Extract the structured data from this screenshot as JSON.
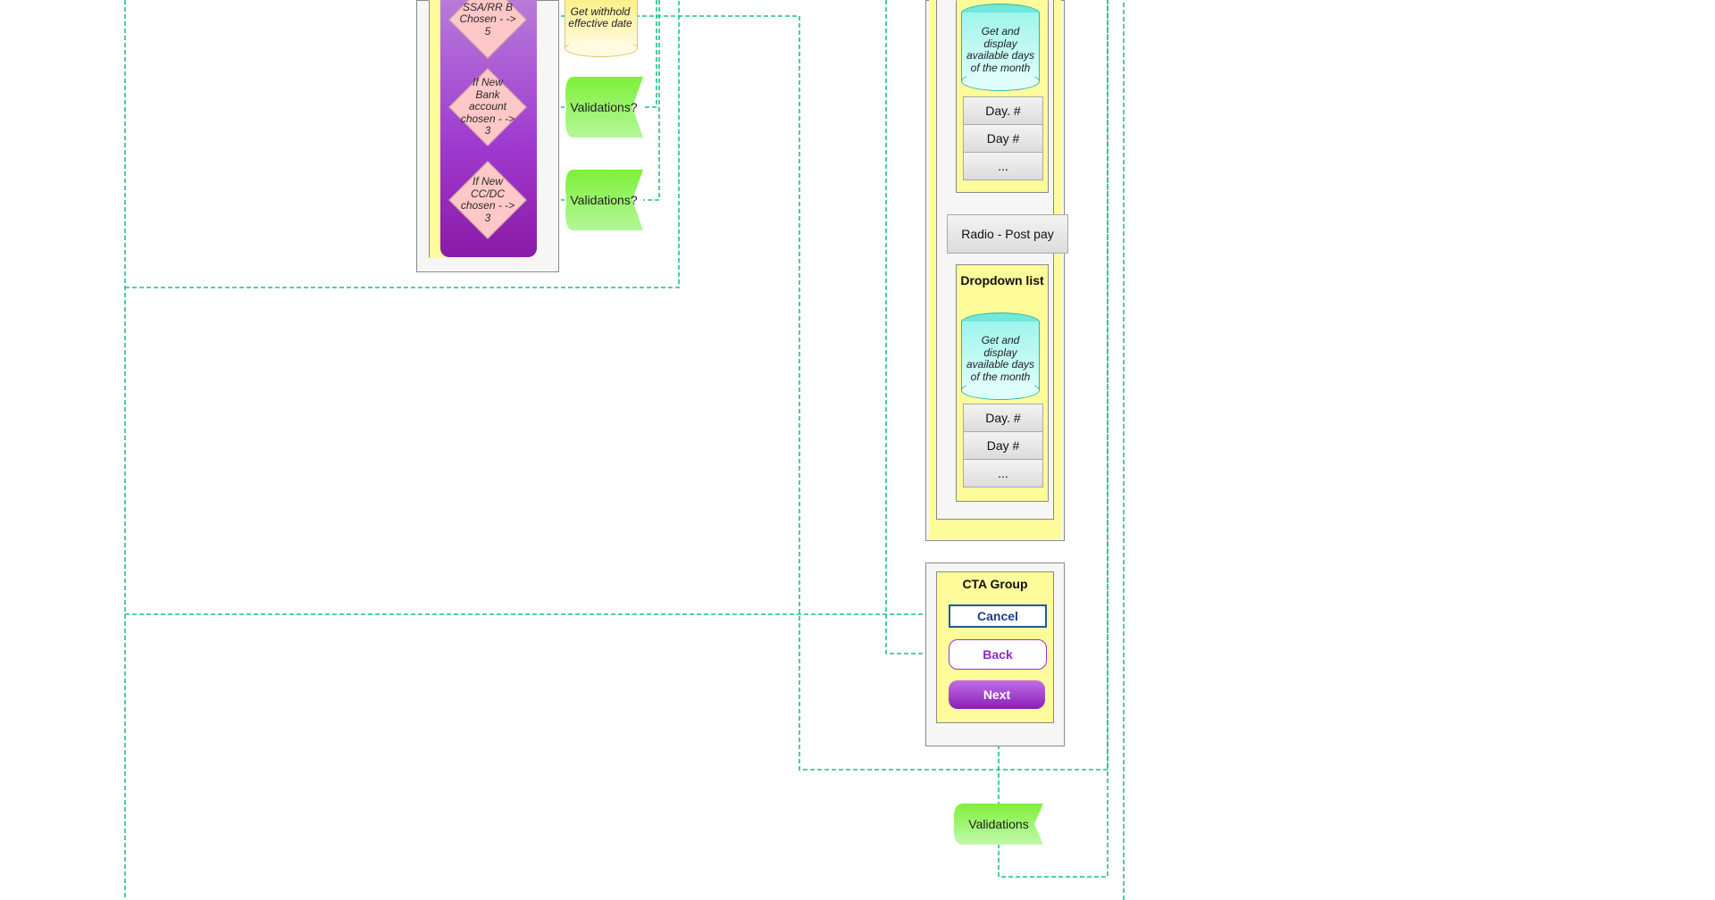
{
  "diagram": {
    "decisions": [
      {
        "label": "SSA/RR B Chosen - -> 5"
      },
      {
        "label": "If New Bank account chosen - -> 3"
      },
      {
        "label": "If New CC/DC chosen - -> 3"
      }
    ],
    "withhold_db": "Get withhold effective date",
    "validation_left_1": "Validations?",
    "validation_left_2": "Validations?",
    "db_days_1": "Get and display available days of the month",
    "list_1": [
      "Day. #",
      "Day #",
      "..."
    ],
    "radio_postpay": "Radio - Post pay",
    "dropdown_title": "Dropdown list",
    "db_days_2": "Get and display available days of the month",
    "list_2": [
      "Day. #",
      "Day #",
      "..."
    ],
    "cta_group": {
      "title": "CTA Group",
      "cancel": "Cancel",
      "back": "Back",
      "next": "Next"
    },
    "validation_bottom": "Validations",
    "colors": {
      "connector": "#1dbf8a",
      "yellow": "#fdfb9a",
      "purple": "#9b2fc6",
      "pink": "#ffc8c8",
      "green": "#8bf05c",
      "cyan": "#70e8dc",
      "cancel_text": "#1c3d8c"
    }
  }
}
